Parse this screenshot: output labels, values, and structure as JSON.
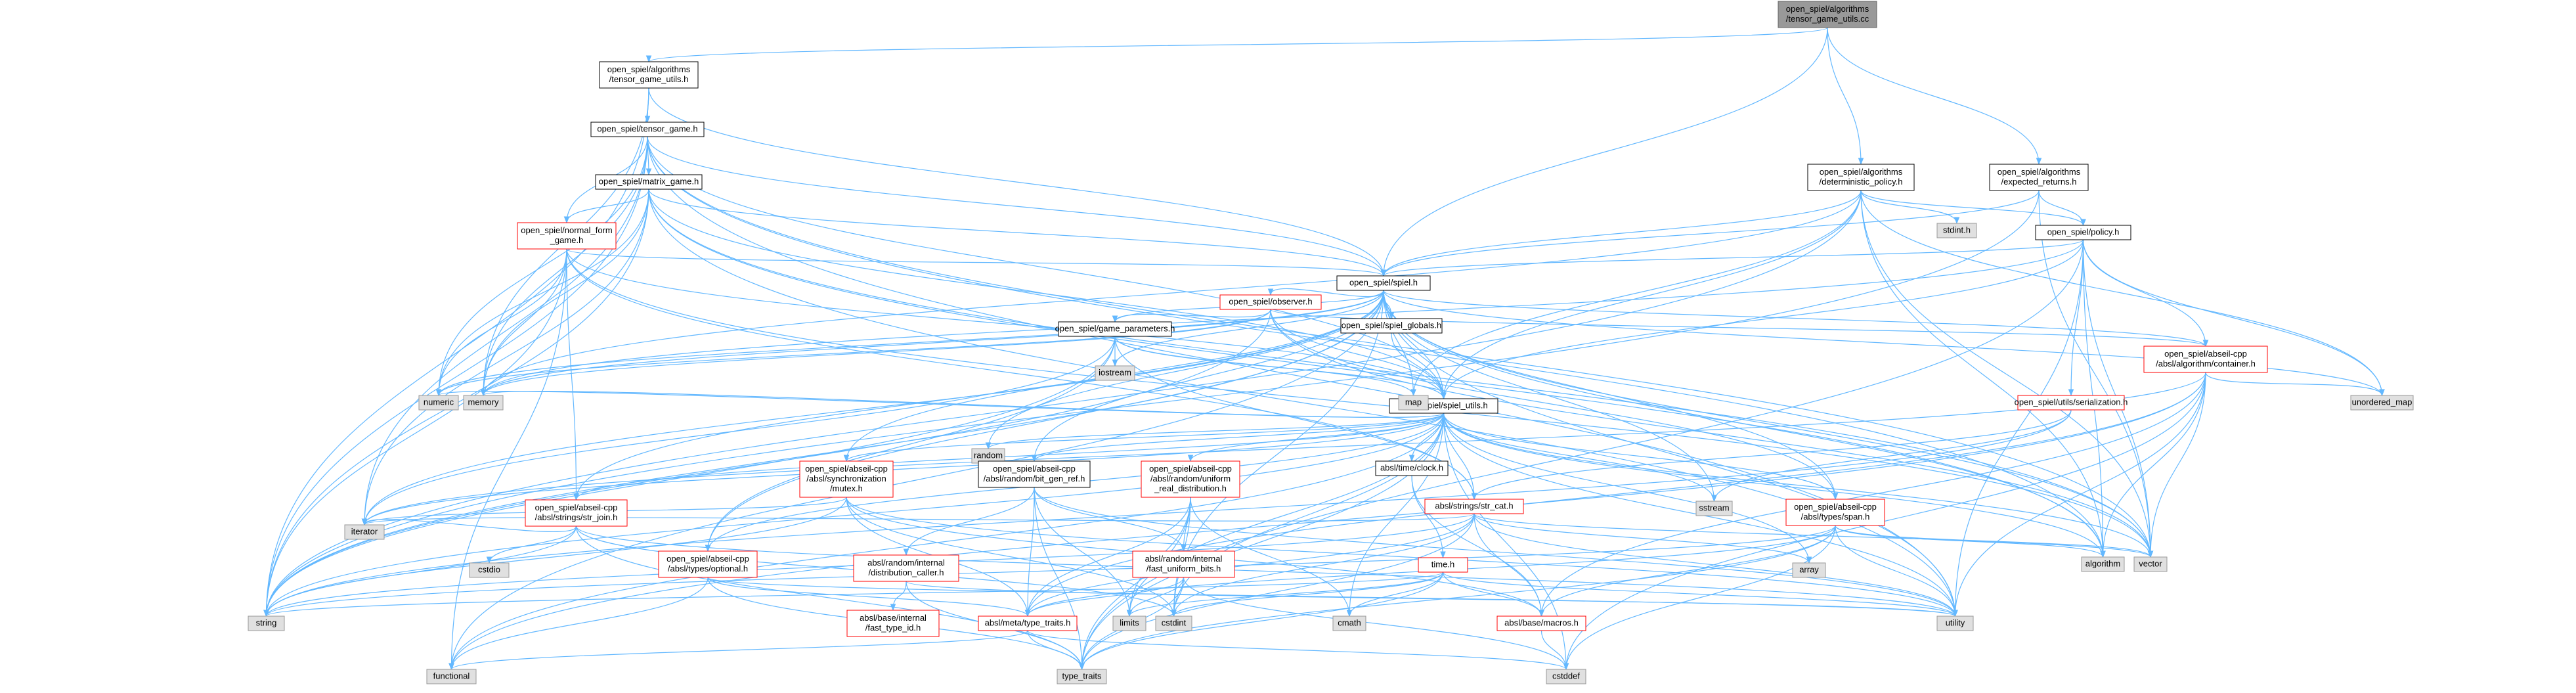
{
  "graph": {
    "colors": {
      "edge": "#63b8ff",
      "node_border_black": "#000000",
      "node_border_red": "#ff0000",
      "node_border_gray": "#999999",
      "node_fill_white": "#ffffff",
      "node_fill_gray": "#e0e0e0",
      "root_fill": "#999999",
      "root_border": "#666666"
    },
    "nodes": [
      {
        "id": "root",
        "lines": [
          "open_spiel/algorithms",
          "/tensor_game_utils.cc"
        ],
        "style": "root"
      },
      {
        "id": "tgu_h",
        "lines": [
          "open_spiel/algorithms",
          "/tensor_game_utils.h"
        ],
        "style": "black"
      },
      {
        "id": "det_policy",
        "lines": [
          "open_spiel/algorithms",
          "/deterministic_policy.h"
        ],
        "style": "black"
      },
      {
        "id": "exp_returns",
        "lines": [
          "open_spiel/algorithms",
          "/expected_returns.h"
        ],
        "style": "black"
      },
      {
        "id": "tensor_game",
        "lines": [
          "open_spiel/tensor_game.h"
        ],
        "style": "black"
      },
      {
        "id": "matrix_game",
        "lines": [
          "open_spiel/matrix_game.h"
        ],
        "style": "black"
      },
      {
        "id": "normal_form",
        "lines": [
          "open_spiel/normal_form",
          "_game.h"
        ],
        "style": "red"
      },
      {
        "id": "stdint_h",
        "lines": [
          "stdint.h"
        ],
        "style": "gray"
      },
      {
        "id": "policy_h",
        "lines": [
          "open_spiel/policy.h"
        ],
        "style": "black"
      },
      {
        "id": "spiel_h",
        "lines": [
          "open_spiel/spiel.h"
        ],
        "style": "black"
      },
      {
        "id": "observer",
        "lines": [
          "open_spiel/observer.h"
        ],
        "style": "red"
      },
      {
        "id": "spiel_globals",
        "lines": [
          "open_spiel/spiel_globals.h"
        ],
        "style": "black"
      },
      {
        "id": "game_params",
        "lines": [
          "open_spiel/game_parameters.h"
        ],
        "style": "black"
      },
      {
        "id": "container",
        "lines": [
          "open_spiel/abseil-cpp",
          "/absl/algorithm/container.h"
        ],
        "style": "red"
      },
      {
        "id": "numeric",
        "lines": [
          "numeric"
        ],
        "style": "gray"
      },
      {
        "id": "memory",
        "lines": [
          "memory"
        ],
        "style": "gray"
      },
      {
        "id": "iostream",
        "lines": [
          "iostream"
        ],
        "style": "gray"
      },
      {
        "id": "spiel_utils",
        "lines": [
          "open_spiel/spiel_utils.h"
        ],
        "style": "black"
      },
      {
        "id": "map",
        "lines": [
          "map"
        ],
        "style": "gray"
      },
      {
        "id": "serialization",
        "lines": [
          "open_spiel/utils/serialization.h"
        ],
        "style": "red"
      },
      {
        "id": "unordered_map",
        "lines": [
          "unordered_map"
        ],
        "style": "gray"
      },
      {
        "id": "random",
        "lines": [
          "random"
        ],
        "style": "gray"
      },
      {
        "id": "sync_mutex",
        "lines": [
          "open_spiel/abseil-cpp",
          "/absl/synchronization",
          "/mutex.h"
        ],
        "style": "red"
      },
      {
        "id": "bit_gen_ref",
        "lines": [
          "open_spiel/abseil-cpp",
          "/absl/random/bit_gen_ref.h"
        ],
        "style": "black"
      },
      {
        "id": "uniform_real",
        "lines": [
          "open_spiel/abseil-cpp",
          "/absl/random/uniform",
          "_real_distribution.h"
        ],
        "style": "red"
      },
      {
        "id": "clock_h",
        "lines": [
          "absl/time/clock.h"
        ],
        "style": "black"
      },
      {
        "id": "str_cat",
        "lines": [
          "absl/strings/str_cat.h"
        ],
        "style": "red"
      },
      {
        "id": "sstream",
        "lines": [
          "sstream"
        ],
        "style": "gray"
      },
      {
        "id": "span_h",
        "lines": [
          "open_spiel/abseil-cpp",
          "/absl/types/span.h"
        ],
        "style": "red"
      },
      {
        "id": "str_join",
        "lines": [
          "open_spiel/abseil-cpp",
          "/absl/strings/str_join.h"
        ],
        "style": "red"
      },
      {
        "id": "iterator",
        "lines": [
          "iterator"
        ],
        "style": "gray"
      },
      {
        "id": "cstdio",
        "lines": [
          "cstdio"
        ],
        "style": "gray"
      },
      {
        "id": "optional_h",
        "lines": [
          "open_spiel/abseil-cpp",
          "/absl/types/optional.h"
        ],
        "style": "red"
      },
      {
        "id": "dist_caller",
        "lines": [
          "absl/random/internal",
          "/distribution_caller.h"
        ],
        "style": "red"
      },
      {
        "id": "fast_uniform",
        "lines": [
          "absl/random/internal",
          "/fast_uniform_bits.h"
        ],
        "style": "red"
      },
      {
        "id": "time_h",
        "lines": [
          "time.h"
        ],
        "style": "red"
      },
      {
        "id": "array",
        "lines": [
          "array"
        ],
        "style": "gray"
      },
      {
        "id": "algorithm",
        "lines": [
          "algorithm"
        ],
        "style": "gray"
      },
      {
        "id": "vector",
        "lines": [
          "vector"
        ],
        "style": "gray"
      },
      {
        "id": "fast_type_id",
        "lines": [
          "absl/base/internal",
          "/fast_type_id.h"
        ],
        "style": "red"
      },
      {
        "id": "string",
        "lines": [
          "string"
        ],
        "style": "gray"
      },
      {
        "id": "type_traits_h",
        "lines": [
          "absl/meta/type_traits.h"
        ],
        "style": "red"
      },
      {
        "id": "limits",
        "lines": [
          "limits"
        ],
        "style": "gray"
      },
      {
        "id": "cstdint",
        "lines": [
          "cstdint"
        ],
        "style": "gray"
      },
      {
        "id": "cmath",
        "lines": [
          "cmath"
        ],
        "style": "gray"
      },
      {
        "id": "macros_h",
        "lines": [
          "absl/base/macros.h"
        ],
        "style": "red"
      },
      {
        "id": "utility",
        "lines": [
          "utility"
        ],
        "style": "gray"
      },
      {
        "id": "functional",
        "lines": [
          "functional"
        ],
        "style": "gray"
      },
      {
        "id": "type_traits",
        "lines": [
          "type_traits"
        ],
        "style": "gray"
      },
      {
        "id": "cstddef",
        "lines": [
          "cstddef"
        ],
        "style": "gray"
      }
    ],
    "edges": [
      [
        "root",
        "tgu_h"
      ],
      [
        "root",
        "spiel_h"
      ],
      [
        "root",
        "det_policy"
      ],
      [
        "root",
        "exp_returns"
      ],
      [
        "tgu_h",
        "tensor_game"
      ],
      [
        "tgu_h",
        "spiel_h"
      ],
      [
        "tgu_h",
        "memory"
      ],
      [
        "tgu_h",
        "string"
      ],
      [
        "tensor_game",
        "matrix_game"
      ],
      [
        "tensor_game",
        "normal_form"
      ],
      [
        "tensor_game",
        "spiel_h"
      ],
      [
        "tensor_game",
        "spiel_utils"
      ],
      [
        "tensor_game",
        "iterator"
      ],
      [
        "tensor_game",
        "memory"
      ],
      [
        "tensor_game",
        "numeric"
      ],
      [
        "tensor_game",
        "string"
      ],
      [
        "tensor_game",
        "vector"
      ],
      [
        "tensor_game",
        "algorithm"
      ],
      [
        "tensor_game",
        "utility"
      ],
      [
        "matrix_game",
        "normal_form"
      ],
      [
        "matrix_game",
        "spiel_h"
      ],
      [
        "matrix_game",
        "spiel_utils"
      ],
      [
        "matrix_game",
        "memory"
      ],
      [
        "matrix_game",
        "numeric"
      ],
      [
        "matrix_game",
        "string"
      ],
      [
        "matrix_game",
        "vector"
      ],
      [
        "matrix_game",
        "iterator"
      ],
      [
        "matrix_game",
        "algorithm"
      ],
      [
        "matrix_game",
        "utility"
      ],
      [
        "normal_form",
        "spiel_h"
      ],
      [
        "normal_form",
        "str_join"
      ],
      [
        "normal_form",
        "spiel_utils"
      ],
      [
        "normal_form",
        "memory"
      ],
      [
        "normal_form",
        "numeric"
      ],
      [
        "normal_form",
        "string"
      ],
      [
        "normal_form",
        "vector"
      ],
      [
        "normal_form",
        "functional"
      ],
      [
        "normal_form",
        "str_cat"
      ],
      [
        "det_policy",
        "spiel_h"
      ],
      [
        "det_policy",
        "policy_h"
      ],
      [
        "det_policy",
        "stdint_h"
      ],
      [
        "det_policy",
        "map"
      ],
      [
        "det_policy",
        "memory"
      ],
      [
        "det_policy",
        "string"
      ],
      [
        "det_policy",
        "vector"
      ],
      [
        "det_policy",
        "spiel_utils"
      ],
      [
        "det_policy",
        "algorithm"
      ],
      [
        "det_policy",
        "unordered_map"
      ],
      [
        "exp_returns",
        "spiel_h"
      ],
      [
        "exp_returns",
        "policy_h"
      ],
      [
        "exp_returns",
        "string"
      ],
      [
        "exp_returns",
        "vector"
      ],
      [
        "policy_h",
        "spiel_h"
      ],
      [
        "policy_h",
        "container"
      ],
      [
        "policy_h",
        "serialization"
      ],
      [
        "policy_h",
        "memory"
      ],
      [
        "policy_h",
        "unordered_map"
      ],
      [
        "policy_h",
        "vector"
      ],
      [
        "policy_h",
        "utility"
      ],
      [
        "policy_h",
        "algorithm"
      ],
      [
        "policy_h",
        "spiel_utils"
      ],
      [
        "policy_h",
        "type_traits"
      ],
      [
        "spiel_h",
        "observer"
      ],
      [
        "spiel_h",
        "spiel_globals"
      ],
      [
        "spiel_h",
        "game_params"
      ],
      [
        "spiel_h",
        "spiel_utils"
      ],
      [
        "spiel_h",
        "container"
      ],
      [
        "spiel_h",
        "span_h"
      ],
      [
        "spiel_h",
        "optional_h"
      ],
      [
        "spiel_h",
        "str_join"
      ],
      [
        "spiel_h",
        "sync_mutex"
      ],
      [
        "spiel_h",
        "bit_gen_ref"
      ],
      [
        "spiel_h",
        "numeric"
      ],
      [
        "spiel_h",
        "memory"
      ],
      [
        "spiel_h",
        "iostream"
      ],
      [
        "spiel_h",
        "map"
      ],
      [
        "spiel_h",
        "random"
      ],
      [
        "spiel_h",
        "sstream"
      ],
      [
        "spiel_h",
        "string"
      ],
      [
        "spiel_h",
        "vector"
      ],
      [
        "spiel_h",
        "utility"
      ],
      [
        "spiel_h",
        "functional"
      ],
      [
        "spiel_h",
        "iterator"
      ],
      [
        "spiel_h",
        "algorithm"
      ],
      [
        "spiel_h",
        "cstdint"
      ],
      [
        "spiel_h",
        "unordered_map"
      ],
      [
        "observer",
        "game_params"
      ],
      [
        "observer",
        "spiel_utils"
      ],
      [
        "observer",
        "container"
      ],
      [
        "observer",
        "span_h"
      ],
      [
        "observer",
        "memory"
      ],
      [
        "observer",
        "numeric"
      ],
      [
        "observer",
        "string"
      ],
      [
        "observer",
        "vector"
      ],
      [
        "spiel_globals",
        "spiel_utils"
      ],
      [
        "game_params",
        "spiel_utils"
      ],
      [
        "game_params",
        "iostream"
      ],
      [
        "game_params",
        "map"
      ],
      [
        "game_params",
        "string"
      ],
      [
        "game_params",
        "str_cat"
      ],
      [
        "game_params",
        "optional_h"
      ],
      [
        "game_params",
        "iterator"
      ],
      [
        "container",
        "algorithm"
      ],
      [
        "container",
        "unordered_map"
      ],
      [
        "container",
        "iterator"
      ],
      [
        "container",
        "vector"
      ],
      [
        "container",
        "utility"
      ],
      [
        "container",
        "type_traits_h"
      ],
      [
        "container",
        "cstddef"
      ],
      [
        "container",
        "macros_h"
      ],
      [
        "container",
        "functional"
      ],
      [
        "spiel_utils",
        "str_cat"
      ],
      [
        "spiel_utils",
        "str_join"
      ],
      [
        "spiel_utils",
        "span_h"
      ],
      [
        "spiel_utils",
        "optional_h"
      ],
      [
        "spiel_utils",
        "sync_mutex"
      ],
      [
        "spiel_utils",
        "bit_gen_ref"
      ],
      [
        "spiel_utils",
        "uniform_real"
      ],
      [
        "spiel_utils",
        "clock_h"
      ],
      [
        "spiel_utils",
        "sstream"
      ],
      [
        "spiel_utils",
        "random"
      ],
      [
        "spiel_utils",
        "string"
      ],
      [
        "spiel_utils",
        "vector"
      ],
      [
        "spiel_utils",
        "utility"
      ],
      [
        "spiel_utils",
        "algorithm"
      ],
      [
        "spiel_utils",
        "iterator"
      ],
      [
        "spiel_utils",
        "cmath"
      ],
      [
        "spiel_utils",
        "cstdint"
      ],
      [
        "spiel_utils",
        "array"
      ],
      [
        "spiel_utils",
        "functional"
      ],
      [
        "spiel_utils",
        "type_traits"
      ],
      [
        "spiel_utils",
        "cstddef"
      ],
      [
        "spiel_utils",
        "limits"
      ],
      [
        "spiel_utils",
        "memory"
      ],
      [
        "spiel_utils",
        "numeric"
      ],
      [
        "serialization",
        "str_cat"
      ],
      [
        "serialization",
        "sstream"
      ],
      [
        "serialization",
        "string"
      ],
      [
        "sync_mutex",
        "type_traits_h"
      ],
      [
        "sync_mutex",
        "macros_h"
      ],
      [
        "sync_mutex",
        "cstdint"
      ],
      [
        "sync_mutex",
        "string"
      ],
      [
        "sync_mutex",
        "iterator"
      ],
      [
        "sync_mutex",
        "utility"
      ],
      [
        "bit_gen_ref",
        "type_traits_h"
      ],
      [
        "bit_gen_ref",
        "fast_uniform"
      ],
      [
        "bit_gen_ref",
        "dist_caller"
      ],
      [
        "bit_gen_ref",
        "limits"
      ],
      [
        "bit_gen_ref",
        "utility"
      ],
      [
        "bit_gen_ref",
        "type_traits"
      ],
      [
        "uniform_real",
        "fast_uniform"
      ],
      [
        "uniform_real",
        "type_traits_h"
      ],
      [
        "uniform_real",
        "cmath"
      ],
      [
        "uniform_real",
        "limits"
      ],
      [
        "uniform_real",
        "type_traits"
      ],
      [
        "uniform_real",
        "cstdint"
      ],
      [
        "clock_h",
        "time_h"
      ],
      [
        "clock_h",
        "macros_h"
      ],
      [
        "str_cat",
        "string"
      ],
      [
        "str_cat",
        "array"
      ],
      [
        "str_cat",
        "cstdint"
      ],
      [
        "str_cat",
        "type_traits"
      ],
      [
        "str_cat",
        "vector"
      ],
      [
        "str_cat",
        "utility"
      ],
      [
        "str_cat",
        "macros_h"
      ],
      [
        "str_cat",
        "type_traits_h"
      ],
      [
        "str_cat",
        "iterator"
      ],
      [
        "span_h",
        "algorithm"
      ],
      [
        "span_h",
        "cstddef"
      ],
      [
        "span_h",
        "string"
      ],
      [
        "span_h",
        "type_traits"
      ],
      [
        "span_h",
        "utility"
      ],
      [
        "span_h",
        "vector"
      ],
      [
        "span_h",
        "macros_h"
      ],
      [
        "span_h",
        "type_traits_h"
      ],
      [
        "str_join",
        "string"
      ],
      [
        "str_join",
        "cstdio"
      ],
      [
        "str_join",
        "iterator"
      ],
      [
        "str_join",
        "type_traits"
      ],
      [
        "str_join",
        "utility"
      ],
      [
        "str_join",
        "cstdint"
      ],
      [
        "optional_h",
        "functional"
      ],
      [
        "optional_h",
        "type_traits"
      ],
      [
        "optional_h",
        "utility"
      ],
      [
        "optional_h",
        "type_traits_h"
      ],
      [
        "dist_caller",
        "fast_type_id"
      ],
      [
        "dist_caller",
        "type_traits"
      ],
      [
        "dist_caller",
        "utility"
      ],
      [
        "fast_uniform",
        "type_traits_h"
      ],
      [
        "fast_uniform",
        "limits"
      ],
      [
        "fast_uniform",
        "cstddef"
      ],
      [
        "fast_uniform",
        "cstdint"
      ],
      [
        "fast_uniform",
        "type_traits"
      ],
      [
        "time_h",
        "macros_h"
      ],
      [
        "time_h",
        "cmath"
      ],
      [
        "time_h",
        "cstdint"
      ],
      [
        "time_h",
        "limits"
      ],
      [
        "time_h",
        "string"
      ],
      [
        "time_h",
        "type_traits"
      ],
      [
        "time_h",
        "utility"
      ],
      [
        "type_traits_h",
        "cstddef"
      ],
      [
        "type_traits_h",
        "functional"
      ],
      [
        "type_traits_h",
        "type_traits"
      ],
      [
        "macros_h",
        "cstddef"
      ]
    ]
  }
}
